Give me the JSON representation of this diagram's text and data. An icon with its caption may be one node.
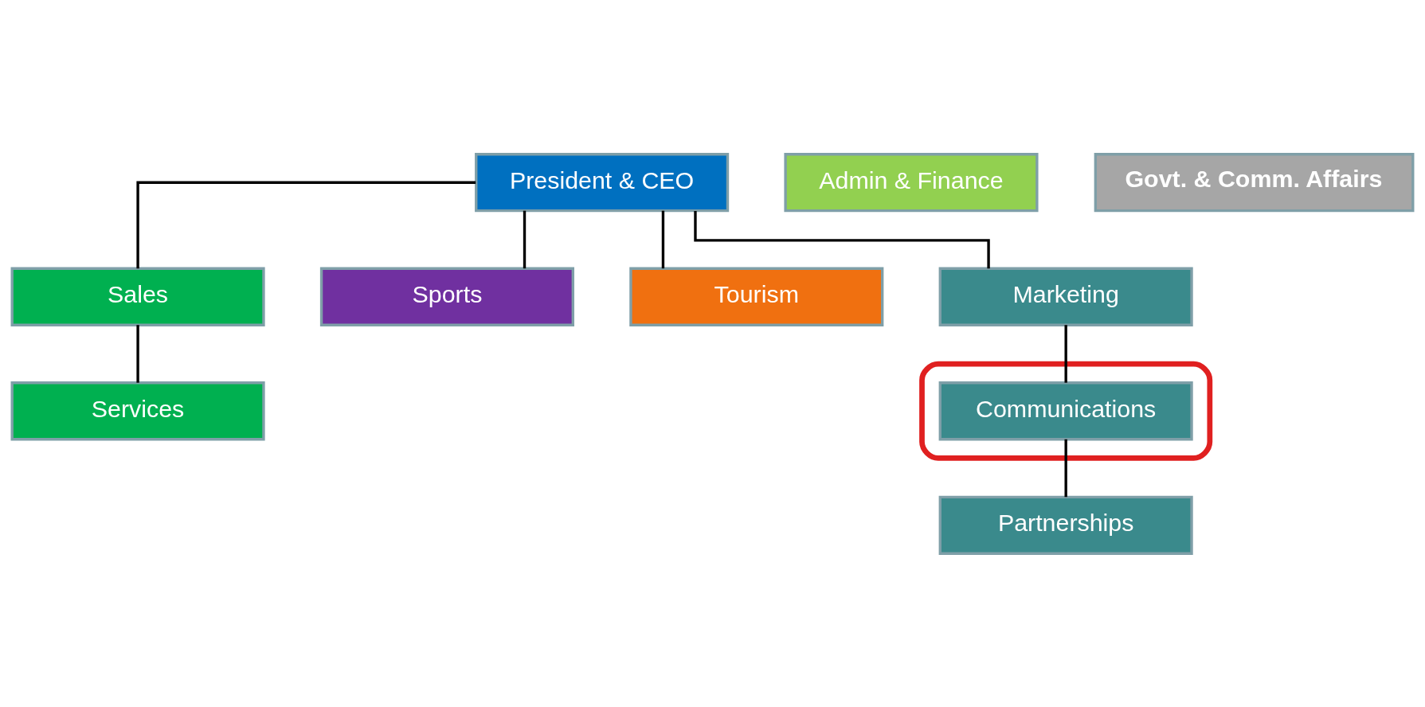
{
  "diagram": {
    "nodes": [
      {
        "text": [
          "President & CEO"
        ]
      },
      {
        "text": [
          "Admin & Finance"
        ]
      },
      {
        "text": [
          "Govt. & Comm. Affairs"
        ]
      },
      {
        "text": [
          "Sales"
        ]
      },
      {
        "text": [
          "Sports"
        ]
      },
      {
        "text": [
          "Tourism"
        ]
      },
      {
        "text": [
          "Marketing"
        ]
      },
      {
        "text": [
          "Services"
        ]
      },
      {
        "text": [],
        "shape": "ellipse"
      },
      {
        "text": [
          "Communications"
        ],
        "in": 8
      },
      {
        "text": [
          "Partnerships"
        ]
      }
    ],
    "edges": [
      {
        "from": 0,
        "to": 3,
        "arrow": "none"
      },
      {
        "from": 0,
        "to": 4,
        "arrow": "none"
      },
      {
        "from": 0,
        "to": 5,
        "arrow": "none"
      },
      {
        "from": 0,
        "to": 6,
        "arrow": "none"
      },
      {
        "from": 3,
        "to": 7,
        "arrow": "none"
      },
      {
        "from": 6,
        "to": 9,
        "arrow": "none"
      },
      {
        "from": 9,
        "to": 10,
        "arrow": "none"
      }
    ]
  }
}
